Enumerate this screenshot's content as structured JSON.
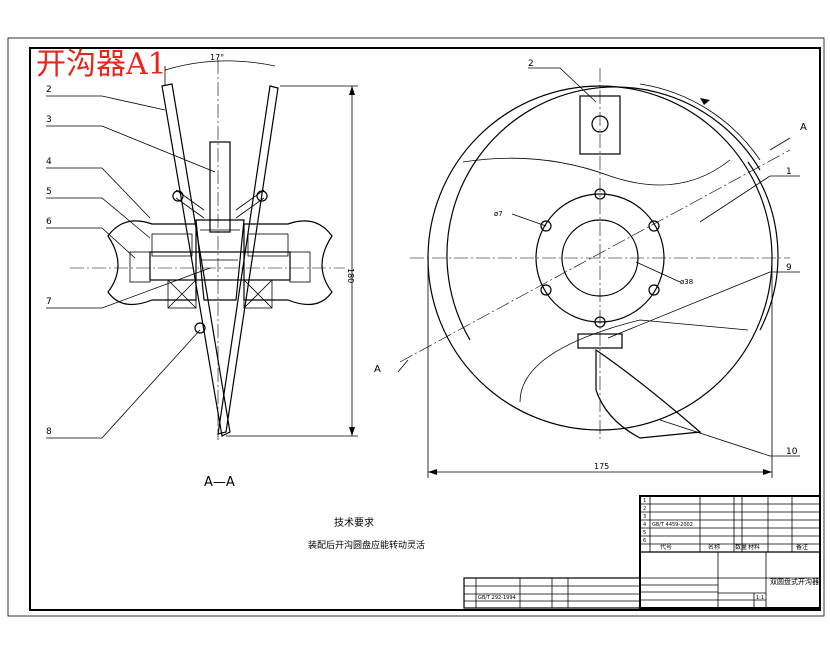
{
  "drawing": {
    "title": "开沟器A1",
    "section_label": "A—A",
    "section_marker": "A",
    "angle_label": "17°",
    "dim_height": "180",
    "dim_width": "175",
    "dim_hole_small": "ø7",
    "dim_hole_large": "ø38",
    "left_callouts": [
      "2",
      "3",
      "4",
      "5",
      "6",
      "7",
      "8"
    ],
    "right_callouts": [
      "2",
      "1",
      "9",
      "10"
    ]
  },
  "notes": {
    "heading": "技术要求",
    "line1": "装配后开沟圆盘应能转动灵活"
  },
  "title_block": {
    "product_name": "双圆盘式开沟器",
    "row_labels": [
      "代号",
      "名称",
      "数量",
      "材料",
      "备注"
    ],
    "std_code_1": "GB/T 4459-2002",
    "std_code_2": "GB/T 292-1994",
    "scale": "1:1",
    "items": [
      "1",
      "2",
      "3",
      "4",
      "5",
      "6"
    ]
  }
}
